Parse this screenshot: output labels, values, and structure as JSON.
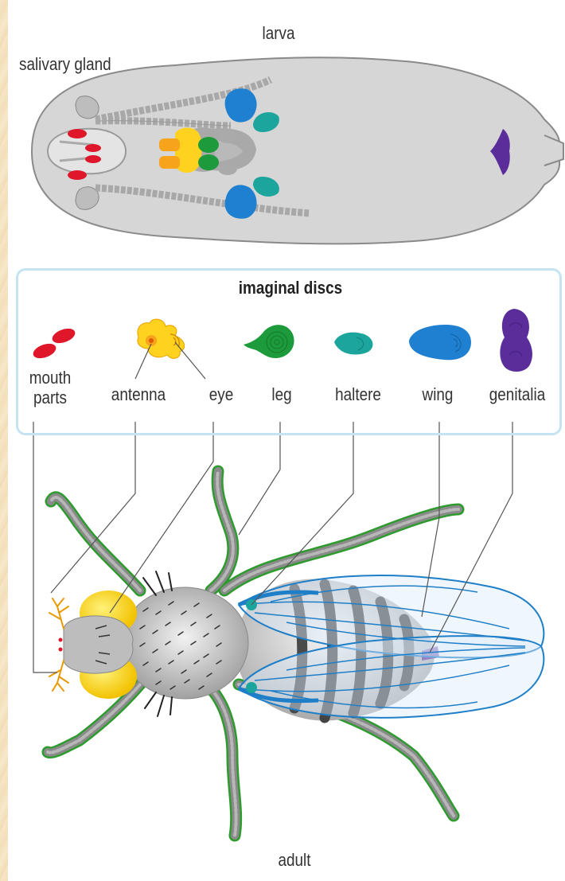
{
  "diagram": {
    "top_label": "larva",
    "salivary_label": "salivary gland",
    "box_title": "imaginal discs",
    "bottom_label": "adult",
    "discs": [
      {
        "id": "mouth",
        "label_line1": "mouth",
        "label_line2": "parts",
        "color": "#e0162b"
      },
      {
        "id": "antenna",
        "label": "antenna",
        "color": "#f7a31c"
      },
      {
        "id": "eye",
        "label": "eye",
        "color": "#ffd21f"
      },
      {
        "id": "leg",
        "label": "leg",
        "color": "#1d9a3b"
      },
      {
        "id": "haltere",
        "label": "haltere",
        "color": "#1ba59d"
      },
      {
        "id": "wing",
        "label": "wing",
        "color": "#1f7fd0"
      },
      {
        "id": "genitalia",
        "label": "genitalia",
        "color": "#5b2d9a"
      }
    ],
    "colors": {
      "larva_body": "#d6d6d6",
      "box_border": "#c5e3f3",
      "leg_outline": "#2e9b2e",
      "wing_lines": "#1e7fc8",
      "background_parchment": "#f4e3c2"
    }
  }
}
